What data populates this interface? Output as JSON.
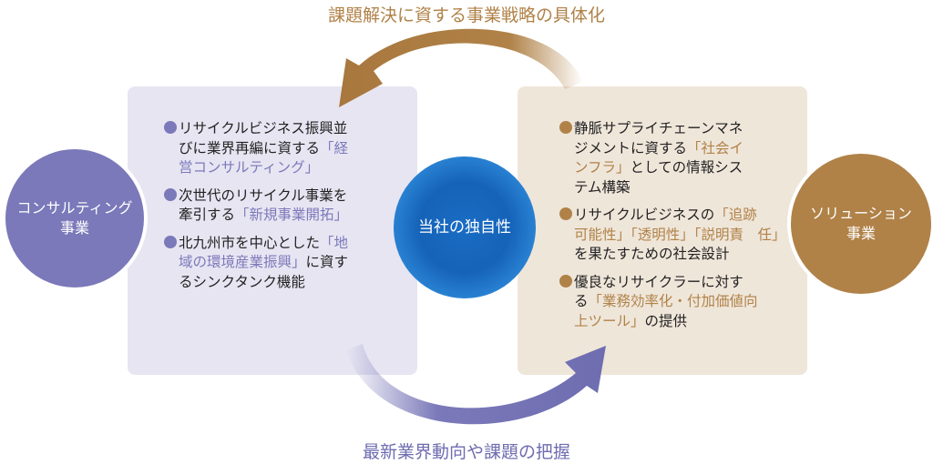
{
  "top_caption": "課題解決に資する事業戦略の具体化",
  "bottom_caption": "最新業界動向や課題の把握",
  "left_circle": {
    "line1": "コンサルティング",
    "line2": "事業"
  },
  "right_circle": {
    "line1": "ソリューション",
    "line2": "事業"
  },
  "center_circle": "当社の独自性",
  "colors": {
    "purple": "#7b79b9",
    "brown": "#b08248",
    "blue": "#1563b8"
  },
  "left_items": [
    [
      [
        [
          "リサイクルビジネス振興並",
          false
        ]
      ],
      [
        [
          "びに業界再編に資する",
          false
        ],
        [
          "「経",
          true
        ]
      ],
      [
        [
          "営コンサルティング」",
          true
        ]
      ]
    ],
    [
      [
        [
          "次世代のリサイクル事業を",
          false
        ]
      ],
      [
        [
          "牽引する",
          false
        ],
        [
          "「新規事業開拓」",
          true
        ]
      ]
    ],
    [
      [
        [
          "北九州市を中心とした",
          false
        ],
        [
          "「地",
          true
        ]
      ],
      [
        [
          "域の環境産業振興」",
          true
        ],
        [
          "に資す",
          false
        ]
      ],
      [
        [
          "るシンクタンク機能",
          false
        ]
      ]
    ]
  ],
  "right_items": [
    [
      [
        [
          "静脈サプライチェーンマネ",
          false
        ]
      ],
      [
        [
          "ジメントに資する",
          false
        ],
        [
          "「社会イ",
          true
        ]
      ],
      [
        [
          "ンフラ」",
          true
        ],
        [
          "としての情報シス",
          false
        ]
      ],
      [
        [
          "テム構築",
          false
        ]
      ]
    ],
    [
      [
        [
          "リサイクルビジネスの",
          false
        ],
        [
          "「追跡",
          true
        ]
      ],
      [
        [
          "可能性」「透明性」「説明責　任」",
          true
        ]
      ],
      [
        [
          "を果たすための社会設計",
          false
        ]
      ]
    ],
    [
      [
        [
          "優良なリサイクラーに対す",
          false
        ]
      ],
      [
        [
          "る",
          false
        ],
        [
          "「業務効率化・付加価値向",
          true
        ]
      ],
      [
        [
          "上ツール」",
          true
        ],
        [
          "の提供",
          false
        ]
      ]
    ]
  ]
}
